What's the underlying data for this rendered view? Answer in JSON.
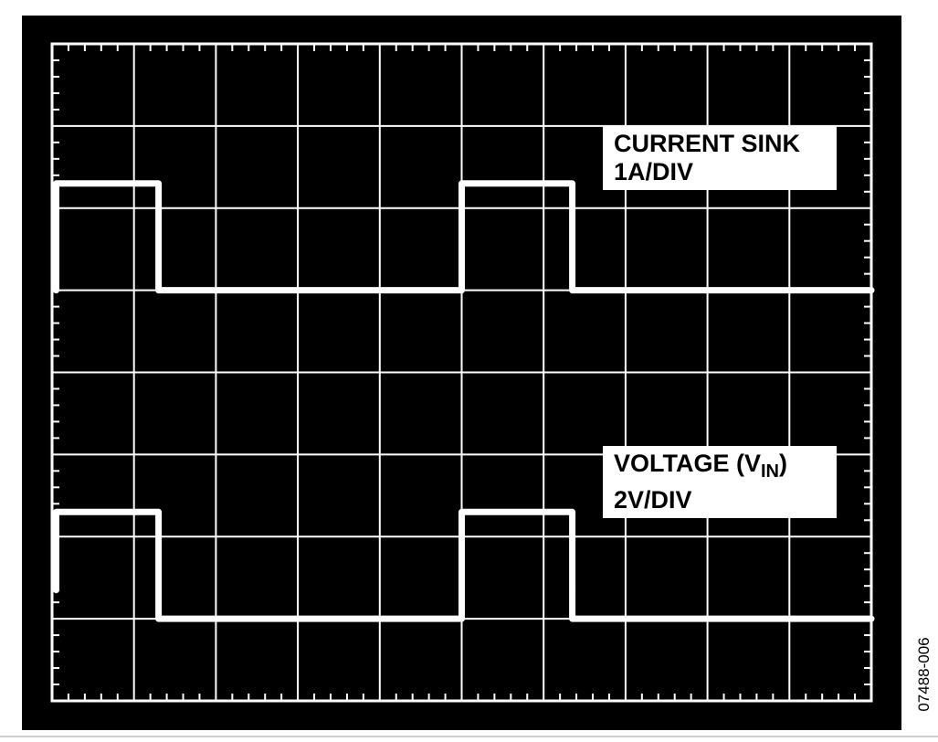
{
  "chart_data": {
    "type": "line",
    "title": "",
    "xlabel": "",
    "ylabel": "",
    "grid": true,
    "x_divisions": 10,
    "y_divisions": 8,
    "xlim": [
      0,
      10
    ],
    "ylim": [
      0,
      8
    ],
    "series": [
      {
        "name": "CURRENT SINK",
        "scale": "1A/DIV",
        "x": [
          0.05,
          0.05,
          1.2,
          1.3,
          1.3,
          5.0,
          5.0,
          6.3,
          6.35,
          6.35,
          10.0
        ],
        "y": [
          5.0,
          6.3,
          6.3,
          6.3,
          5.0,
          5.0,
          6.3,
          6.3,
          6.3,
          5.0,
          5.0
        ]
      },
      {
        "name": "VOLTAGE (VIN)",
        "scale": "2V/DIV",
        "x": [
          0.05,
          0.05,
          1.2,
          1.3,
          1.3,
          5.0,
          5.0,
          6.3,
          6.35,
          6.35,
          10.0
        ],
        "y": [
          1.35,
          2.3,
          2.3,
          2.3,
          1.0,
          1.0,
          2.3,
          2.3,
          2.3,
          1.0,
          1.0
        ]
      }
    ]
  },
  "labels": {
    "current_title": "CURRENT SINK",
    "current_scale": "1A/DIV",
    "voltage_title_prefix": "VOLTAGE (V",
    "voltage_sub": "IN",
    "voltage_title_suffix": ")",
    "voltage_scale": "2V/DIV"
  },
  "figure_id": "07488-006",
  "colors": {
    "background": "#000000",
    "grid": "#ffffff",
    "trace": "#ffffff",
    "label_bg": "#ffffff"
  }
}
